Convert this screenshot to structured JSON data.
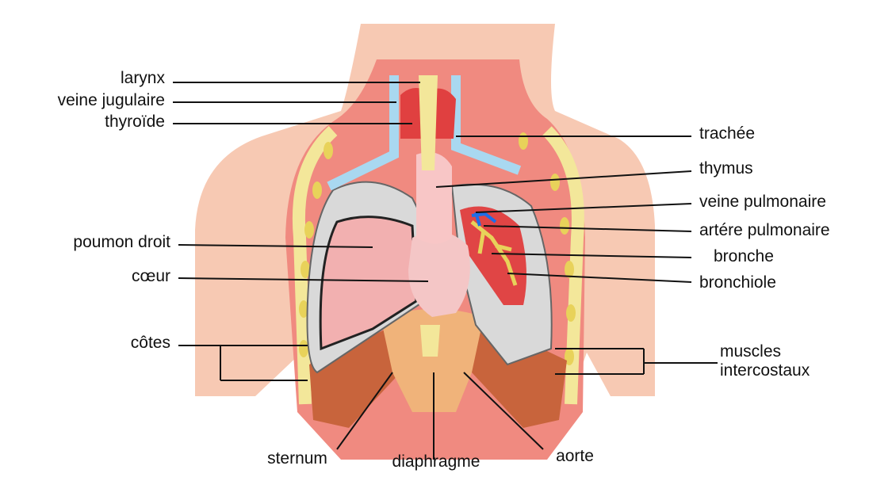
{
  "labels": {
    "larynx": "larynx",
    "veine_jugulaire": "veine jugulaire",
    "thyroide": "thyroïde",
    "trachee": "trachée",
    "thymus": "thymus",
    "veine_pulmonaire": "veine pulmonaire",
    "artere_pulmonaire": "artére pulmonaire",
    "poumon_droit": "poumon droit",
    "bronche": "bronche",
    "coeur": "cœur",
    "bronchiole": "bronchiole",
    "cotes": "côtes",
    "muscles": "muscles",
    "intercostaux": "intercostaux",
    "sternum": "sternum",
    "diaphragme": "diaphragme",
    "aorte": "aorte"
  },
  "colors": {
    "skin": "#f7c9b3",
    "tissue": "#f08a80",
    "lung": "#d9d9d9",
    "lung_inner": "#f2b0b0",
    "bone": "#f3e79a",
    "vein": "#a9d8f0",
    "muscle": "#c8643c",
    "heart": "#f4c6c6",
    "vessel_blue": "#1e6ee8"
  }
}
